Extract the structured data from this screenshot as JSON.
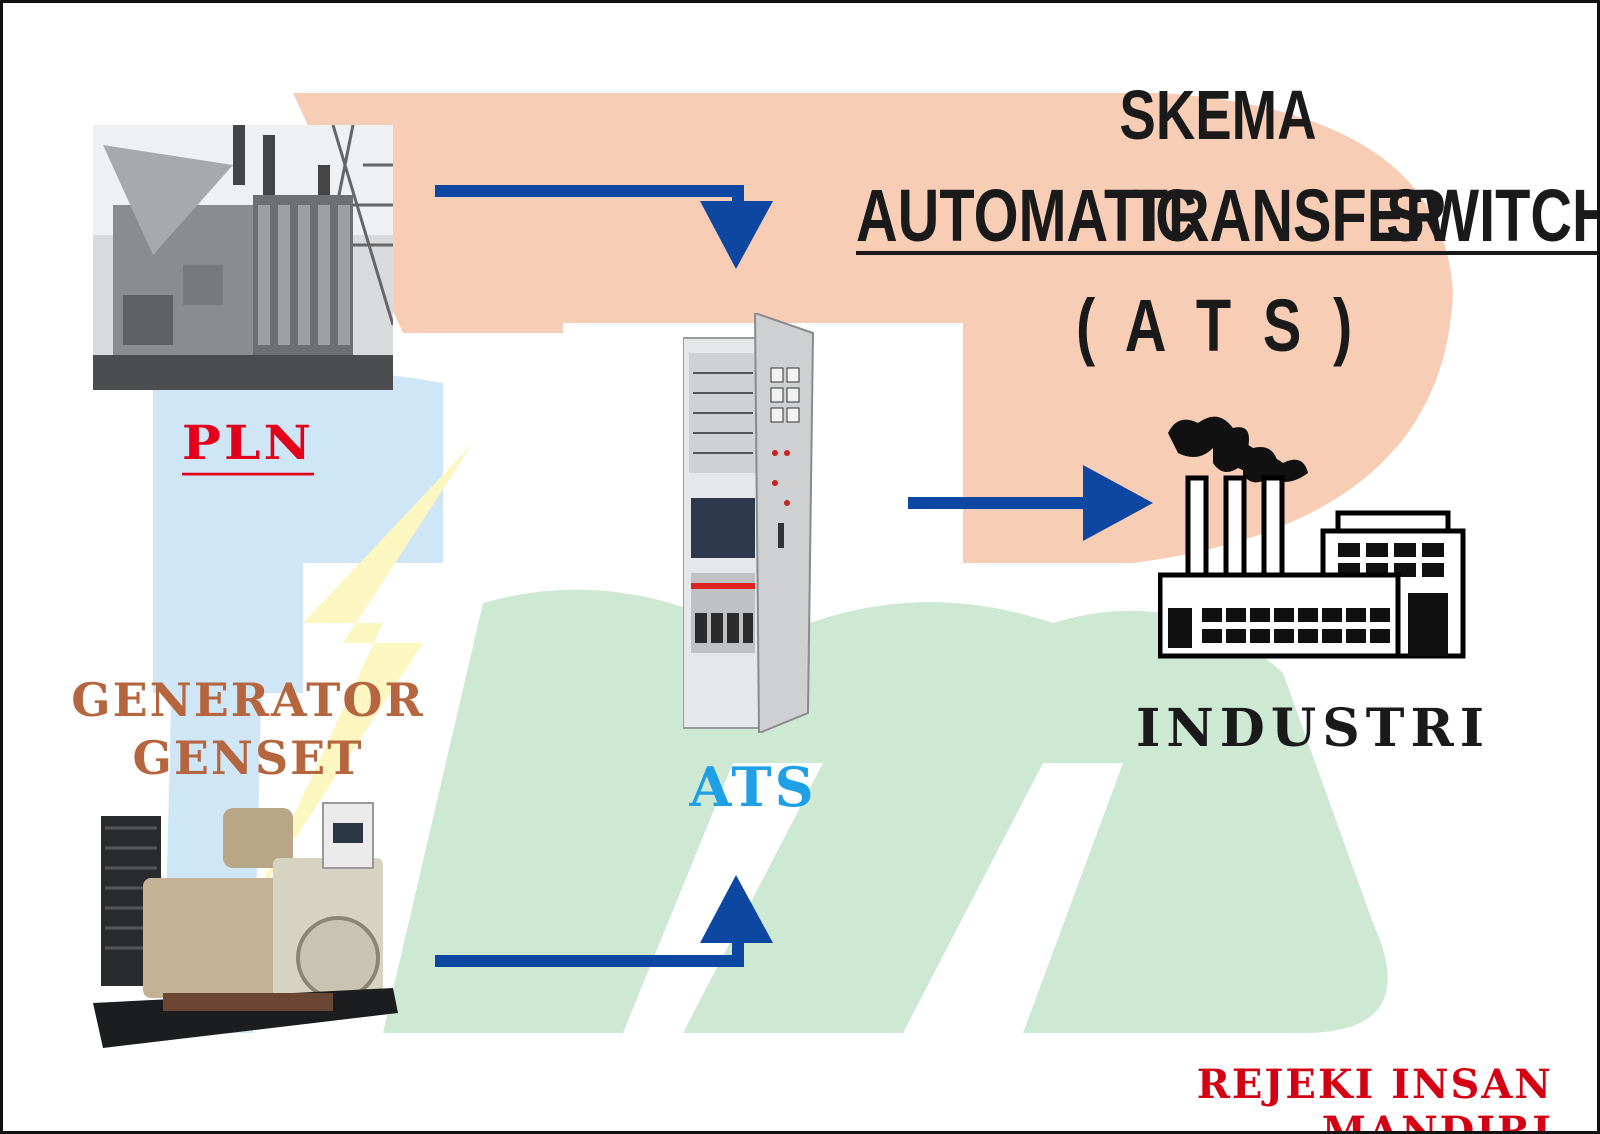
{
  "title": {
    "line1": "SKEMA",
    "word1": "AUTOMATIC",
    "word2": "TRANSFER",
    "word3": "SWITCH",
    "line3": "( A T S )"
  },
  "labels": {
    "pln": "PLN",
    "generator_line1": "GENERATOR",
    "generator_line2": "GENSET",
    "ats": "ATS",
    "industri": "INDUSTRI",
    "company": "REJEKI INSAN MANDIRI"
  },
  "colors": {
    "arrow": "#0d47a1",
    "pln": "#e3001b",
    "generator": "#b5663f",
    "ats": "#1ea0e6",
    "company": "#d40014",
    "watermark_peach": "#f7cdb6",
    "watermark_blue": "#cfe6f7",
    "watermark_green": "#cde8d3",
    "watermark_yellow": "#fcf6c0"
  },
  "icons": [
    "transformer-icon",
    "generator-icon",
    "ats-panel-icon",
    "factory-icon",
    "arrow-icon",
    "logo-watermark"
  ]
}
